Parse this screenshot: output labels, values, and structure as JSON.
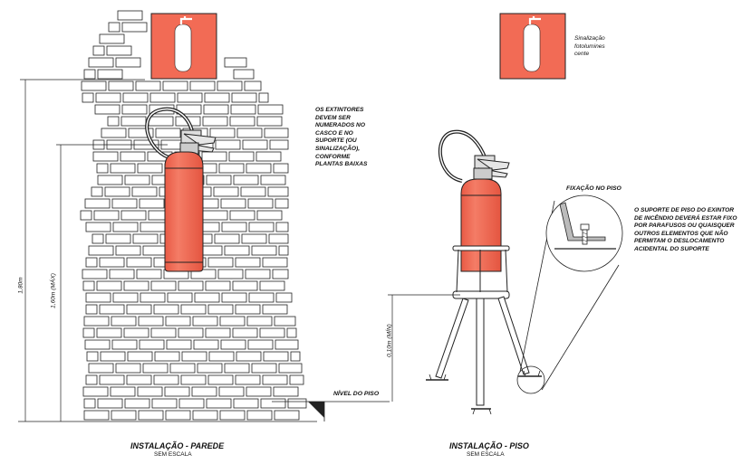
{
  "wall_installation": {
    "title": "INSTALAÇÃO - PAREDE",
    "scale": "SEM ESCALA",
    "dim_sign_height": "1,80m",
    "dim_extinguisher_height": "1,60m (MÁX)",
    "note_lines": [
      "OS EXTINTORES",
      "DEVEM SER",
      "NUMERADOS NO",
      "CASCO E NO",
      "SUPORTE (OU",
      "SINALIZAÇÃO),",
      "CONFORME",
      "PLANTAS BAIXAS"
    ],
    "floor_label": "NÍVEL DO PISO"
  },
  "floor_installation": {
    "title": "INSTALAÇÃO - PISO",
    "scale": "SEM ESCALA",
    "dim_min_height": "0,10m (MÍN)",
    "detail_title": "FIXAÇÃO NO PISO",
    "detail_note_lines": [
      "O SUPORTE DE PISO DO EXINTOR",
      "DE INCÊNDIO DEVERÁ ESTAR FIXO",
      "POR PARAFUSOS OU QUAISQUER",
      "OUTROS ELEMENTOS QUE NÃO",
      "PERMITAM O DESLOCAMENTO",
      "ACIDENTAL DO SUPORTE"
    ]
  },
  "signage": {
    "label_lines": [
      "Sinalização",
      "fotolumines",
      "cente"
    ]
  },
  "colors": {
    "extinguisher_red": "#f26b55",
    "line": "#222222"
  }
}
